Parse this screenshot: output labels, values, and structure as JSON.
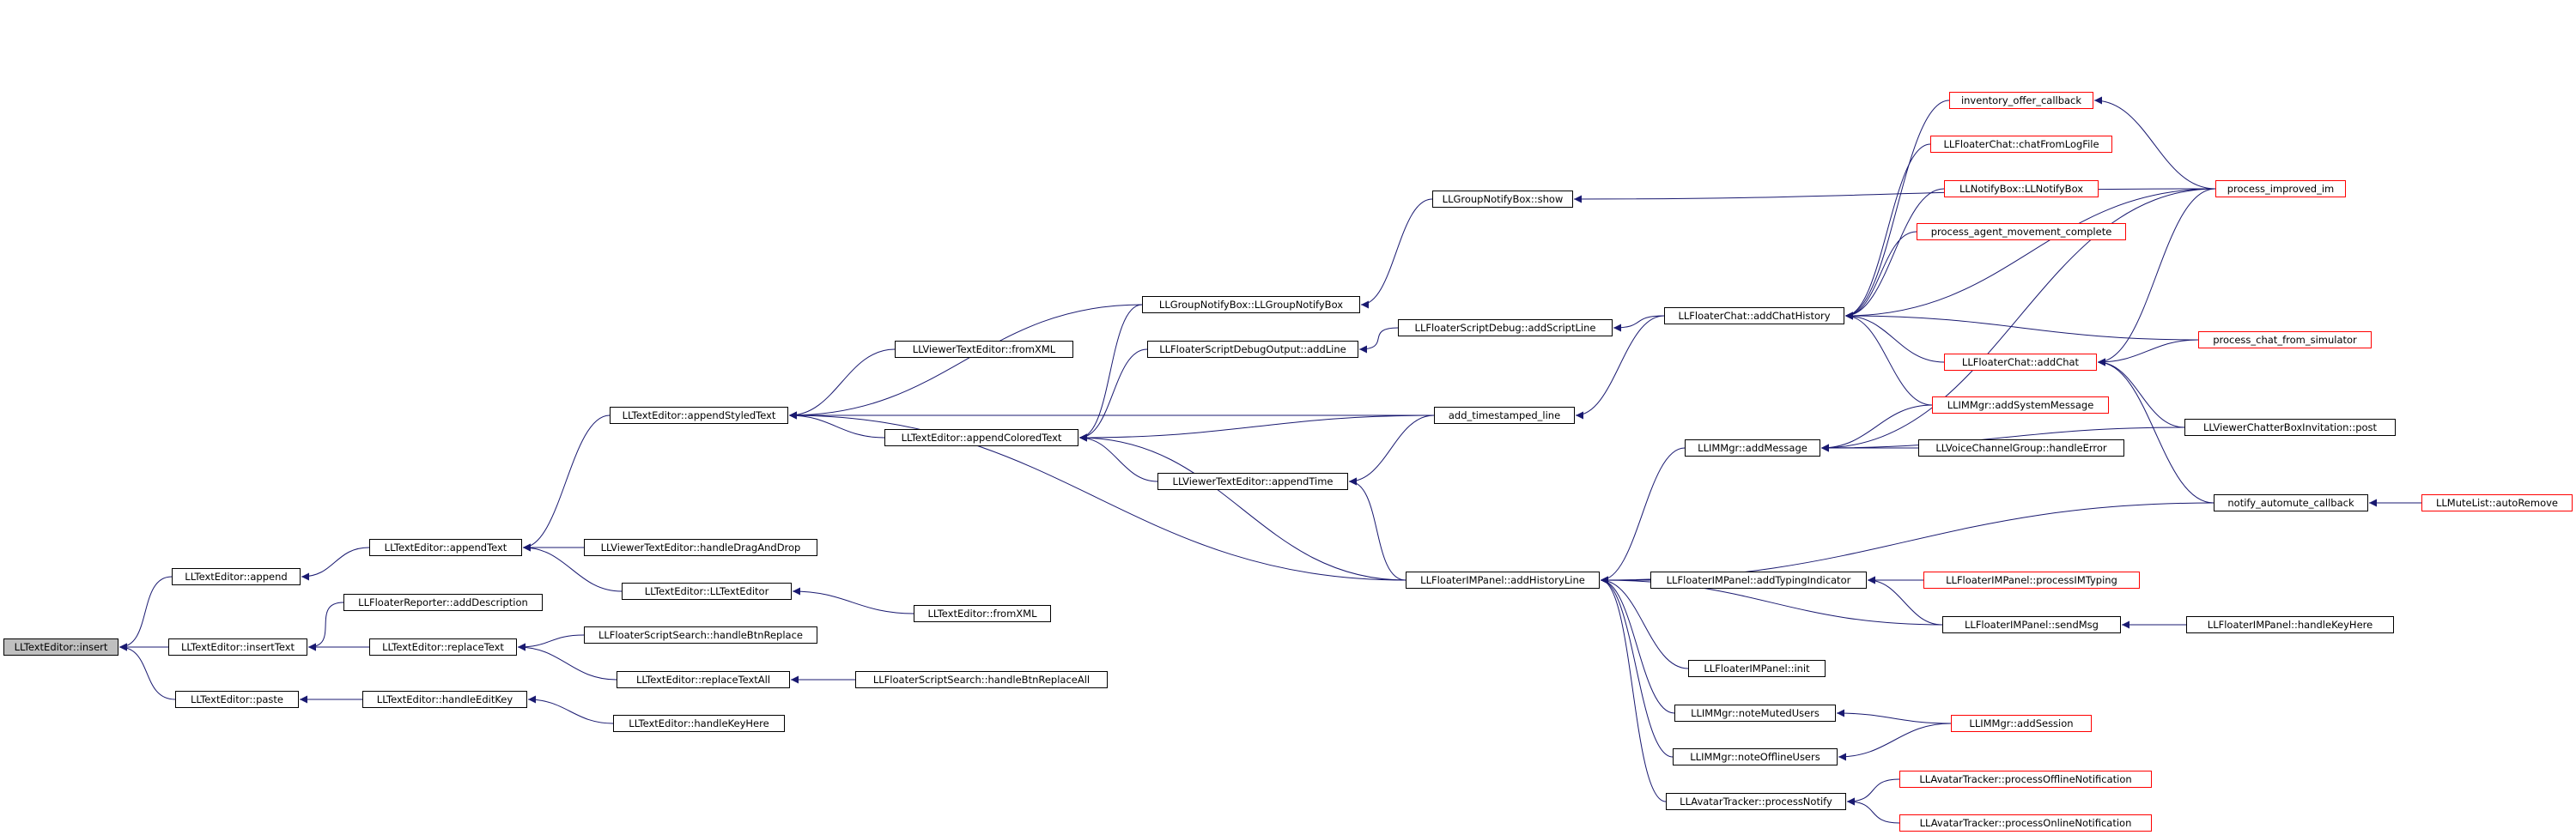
{
  "graph": {
    "colors": {
      "edge": "#191970",
      "node_border": "#000000",
      "incomplete_border": "#ff0000",
      "root_fill": "#bfbfbf",
      "background": "#ffffff"
    },
    "nodes": [
      {
        "id": "insert",
        "label": "LLTextEditor::insert",
        "style": "root"
      },
      {
        "id": "append",
        "label": "LLTextEditor::append",
        "style": "normal"
      },
      {
        "id": "insertText",
        "label": "LLTextEditor::insertText",
        "style": "normal"
      },
      {
        "id": "paste",
        "label": "LLTextEditor::paste",
        "style": "normal"
      },
      {
        "id": "appendText",
        "label": "LLTextEditor::appendText",
        "style": "normal"
      },
      {
        "id": "addDescription",
        "label": "LLFloaterReporter::addDescription",
        "style": "normal"
      },
      {
        "id": "replaceText",
        "label": "LLTextEditor::replaceText",
        "style": "normal"
      },
      {
        "id": "handleEditKey",
        "label": "LLTextEditor::handleEditKey",
        "style": "normal"
      },
      {
        "id": "appendStyledText",
        "label": "LLTextEditor::appendStyledText",
        "style": "normal"
      },
      {
        "id": "handleDragAndDrop",
        "label": "LLViewerTextEditor::handleDragAndDrop",
        "style": "normal"
      },
      {
        "id": "ctor",
        "label": "LLTextEditor::LLTextEditor",
        "style": "normal"
      },
      {
        "id": "handleBtnReplace",
        "label": "LLFloaterScriptSearch::handleBtnReplace",
        "style": "normal"
      },
      {
        "id": "replaceTextAll",
        "label": "LLTextEditor::replaceTextAll",
        "style": "normal"
      },
      {
        "id": "handleKeyHere",
        "label": "LLTextEditor::handleKeyHere",
        "style": "normal"
      },
      {
        "id": "viewerFromXML",
        "label": "LLViewerTextEditor::fromXML",
        "style": "normal"
      },
      {
        "id": "appendColoredText",
        "label": "LLTextEditor::appendColoredText",
        "style": "normal"
      },
      {
        "id": "textFromXML",
        "label": "LLTextEditor::fromXML",
        "style": "normal"
      },
      {
        "id": "handleBtnReplaceAll",
        "label": "LLFloaterScriptSearch::handleBtnReplaceAll",
        "style": "normal"
      },
      {
        "id": "groupNotifyCtor",
        "label": "LLGroupNotifyBox::LLGroupNotifyBox",
        "style": "normal"
      },
      {
        "id": "scriptDebugOutputAddLine",
        "label": "LLFloaterScriptDebugOutput::addLine",
        "style": "normal"
      },
      {
        "id": "appendTime",
        "label": "LLViewerTextEditor::appendTime",
        "style": "normal"
      },
      {
        "id": "addHistoryLine",
        "label": "LLFloaterIMPanel::addHistoryLine",
        "style": "normal"
      },
      {
        "id": "groupNotifyShow",
        "label": "LLGroupNotifyBox::show",
        "style": "normal"
      },
      {
        "id": "scriptDebugAddScriptLine",
        "label": "LLFloaterScriptDebug::addScriptLine",
        "style": "normal"
      },
      {
        "id": "addTimestampedLine",
        "label": "add_timestamped_line",
        "style": "normal"
      },
      {
        "id": "addChatHistory",
        "label": "LLFloaterChat::addChatHistory",
        "style": "normal"
      },
      {
        "id": "addMessage",
        "label": "LLIMMgr::addMessage",
        "style": "normal"
      },
      {
        "id": "addTypingIndicator",
        "label": "LLFloaterIMPanel::addTypingIndicator",
        "style": "normal"
      },
      {
        "id": "imPanelInit",
        "label": "LLFloaterIMPanel::init",
        "style": "normal"
      },
      {
        "id": "noteMutedUsers",
        "label": "LLIMMgr::noteMutedUsers",
        "style": "normal"
      },
      {
        "id": "noteOfflineUsers",
        "label": "LLIMMgr::noteOfflineUsers",
        "style": "normal"
      },
      {
        "id": "processNotify",
        "label": "LLAvatarTracker::processNotify",
        "style": "normal"
      },
      {
        "id": "inventoryOfferCallback",
        "label": "inventory_offer_callback",
        "style": "incomplete"
      },
      {
        "id": "chatFromLogFile",
        "label": "LLFloaterChat::chatFromLogFile",
        "style": "incomplete"
      },
      {
        "id": "notifyBoxCtor",
        "label": "LLNotifyBox::LLNotifyBox",
        "style": "incomplete"
      },
      {
        "id": "processAgentMovementComplete",
        "label": "process_agent_movement_complete",
        "style": "incomplete"
      },
      {
        "id": "floaterChatAddChat",
        "label": "LLFloaterChat::addChat",
        "style": "incomplete"
      },
      {
        "id": "addSystemMessage",
        "label": "LLIMMgr::addSystemMessage",
        "style": "incomplete"
      },
      {
        "id": "voiceHandleError",
        "label": "LLVoiceChannelGroup::handleError",
        "style": "normal"
      },
      {
        "id": "processIMTyping",
        "label": "LLFloaterIMPanel::processIMTyping",
        "style": "incomplete"
      },
      {
        "id": "sendMsg",
        "label": "LLFloaterIMPanel::sendMsg",
        "style": "normal"
      },
      {
        "id": "addSession",
        "label": "LLIMMgr::addSession",
        "style": "incomplete"
      },
      {
        "id": "processOfflineNotification",
        "label": "LLAvatarTracker::processOfflineNotification",
        "style": "incomplete"
      },
      {
        "id": "processOnlineNotification",
        "label": "LLAvatarTracker::processOnlineNotification",
        "style": "incomplete"
      },
      {
        "id": "processImprovedIm",
        "label": "process_improved_im",
        "style": "incomplete"
      },
      {
        "id": "processChatFromSimulator",
        "label": "process_chat_from_simulator",
        "style": "incomplete"
      },
      {
        "id": "chatterBoxPost",
        "label": "LLViewerChatterBoxInvitation::post",
        "style": "normal"
      },
      {
        "id": "notifyAutomuteCallback",
        "label": "notify_automute_callback",
        "style": "normal"
      },
      {
        "id": "imPanelHandleKeyHere",
        "label": "LLFloaterIMPanel::handleKeyHere",
        "style": "normal"
      },
      {
        "id": "muteAutoRemove",
        "label": "LLMuteList::autoRemove",
        "style": "incomplete"
      }
    ],
    "edges": [
      [
        "append",
        "insert"
      ],
      [
        "insertText",
        "insert"
      ],
      [
        "paste",
        "insert"
      ],
      [
        "appendText",
        "append"
      ],
      [
        "addDescription",
        "insertText"
      ],
      [
        "replaceText",
        "insertText"
      ],
      [
        "handleEditKey",
        "paste"
      ],
      [
        "appendStyledText",
        "appendText"
      ],
      [
        "handleDragAndDrop",
        "appendText"
      ],
      [
        "ctor",
        "appendText"
      ],
      [
        "handleBtnReplace",
        "replaceText"
      ],
      [
        "replaceTextAll",
        "replaceText"
      ],
      [
        "handleKeyHere",
        "handleEditKey"
      ],
      [
        "viewerFromXML",
        "appendStyledText"
      ],
      [
        "appendColoredText",
        "appendStyledText"
      ],
      [
        "groupNotifyCtor",
        "appendStyledText"
      ],
      [
        "addTimestampedLine",
        "appendStyledText"
      ],
      [
        "addHistoryLine",
        "appendStyledText"
      ],
      [
        "textFromXML",
        "ctor"
      ],
      [
        "handleBtnReplaceAll",
        "replaceTextAll"
      ],
      [
        "groupNotifyCtor",
        "appendColoredText"
      ],
      [
        "scriptDebugOutputAddLine",
        "appendColoredText"
      ],
      [
        "appendTime",
        "appendColoredText"
      ],
      [
        "addTimestampedLine",
        "appendColoredText"
      ],
      [
        "addHistoryLine",
        "appendColoredText"
      ],
      [
        "groupNotifyShow",
        "groupNotifyCtor"
      ],
      [
        "scriptDebugAddScriptLine",
        "scriptDebugOutputAddLine"
      ],
      [
        "addTimestampedLine",
        "appendTime"
      ],
      [
        "addHistoryLine",
        "appendTime"
      ],
      [
        "processImprovedIm",
        "groupNotifyShow"
      ],
      [
        "addChatHistory",
        "scriptDebugAddScriptLine"
      ],
      [
        "addChatHistory",
        "addTimestampedLine"
      ],
      [
        "addMessage",
        "addHistoryLine"
      ],
      [
        "addTypingIndicator",
        "addHistoryLine"
      ],
      [
        "sendMsg",
        "addHistoryLine"
      ],
      [
        "imPanelInit",
        "addHistoryLine"
      ],
      [
        "noteMutedUsers",
        "addHistoryLine"
      ],
      [
        "noteOfflineUsers",
        "addHistoryLine"
      ],
      [
        "processNotify",
        "addHistoryLine"
      ],
      [
        "notifyAutomuteCallback",
        "addHistoryLine"
      ],
      [
        "inventoryOfferCallback",
        "addChatHistory"
      ],
      [
        "chatFromLogFile",
        "addChatHistory"
      ],
      [
        "notifyBoxCtor",
        "addChatHistory"
      ],
      [
        "processAgentMovementComplete",
        "addChatHistory"
      ],
      [
        "floaterChatAddChat",
        "addChatHistory"
      ],
      [
        "addSystemMessage",
        "addChatHistory"
      ],
      [
        "processChatFromSimulator",
        "addChatHistory"
      ],
      [
        "processImprovedIm",
        "addChatHistory"
      ],
      [
        "addSystemMessage",
        "addMessage"
      ],
      [
        "voiceHandleError",
        "addMessage"
      ],
      [
        "chatterBoxPost",
        "addMessage"
      ],
      [
        "processImprovedIm",
        "addMessage"
      ],
      [
        "processIMTyping",
        "addTypingIndicator"
      ],
      [
        "sendMsg",
        "addTypingIndicator"
      ],
      [
        "addSession",
        "noteMutedUsers"
      ],
      [
        "addSession",
        "noteOfflineUsers"
      ],
      [
        "processOfflineNotification",
        "processNotify"
      ],
      [
        "processOnlineNotification",
        "processNotify"
      ],
      [
        "processImprovedIm",
        "inventoryOfferCallback"
      ],
      [
        "processImprovedIm",
        "floaterChatAddChat"
      ],
      [
        "processChatFromSimulator",
        "floaterChatAddChat"
      ],
      [
        "chatterBoxPost",
        "floaterChatAddChat"
      ],
      [
        "notifyAutomuteCallback",
        "floaterChatAddChat"
      ],
      [
        "imPanelHandleKeyHere",
        "sendMsg"
      ],
      [
        "muteAutoRemove",
        "notifyAutomuteCallback"
      ]
    ]
  }
}
